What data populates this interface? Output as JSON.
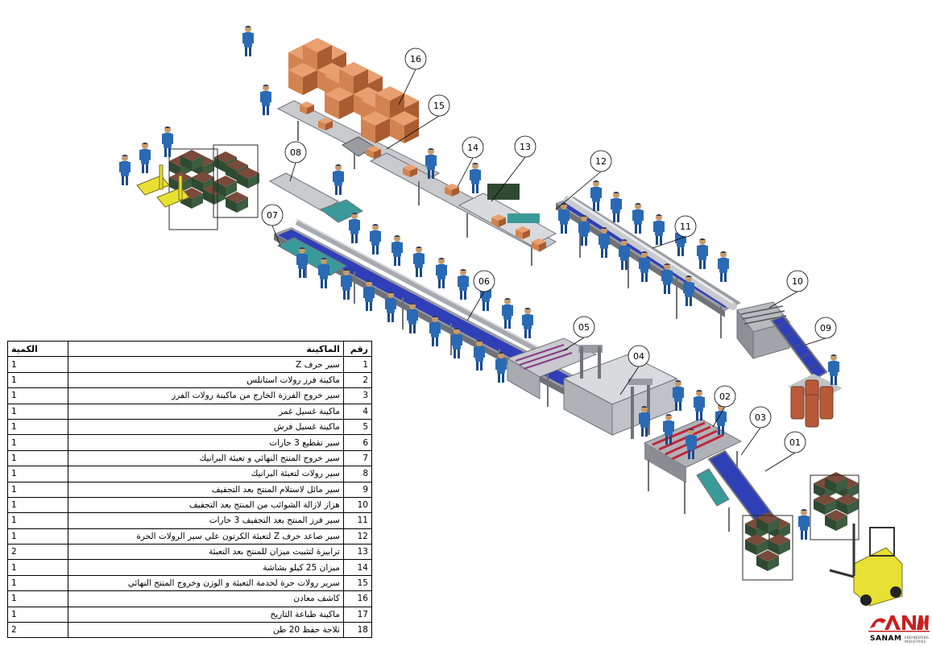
{
  "callouts": [
    "01",
    "02",
    "03",
    "04",
    "05",
    "06",
    "07",
    "08",
    "09",
    "10",
    "11",
    "12",
    "13",
    "14",
    "15",
    "16"
  ],
  "table": {
    "headers": {
      "num": "رقم",
      "machine": "الماكينة",
      "qty": "الكمية"
    },
    "rows": [
      {
        "num": "1",
        "machine": "سير حرف Z",
        "qty": "1"
      },
      {
        "num": "2",
        "machine": "ماكينة فرز رولات استانلس",
        "qty": "1"
      },
      {
        "num": "3",
        "machine": "سير خروج الفرزة الخارج من ماكينة رولات الفرز",
        "qty": "1"
      },
      {
        "num": "4",
        "machine": "ماكينة غسيل غمر",
        "qty": "1"
      },
      {
        "num": "5",
        "machine": "ماكينة غسيل فرش",
        "qty": "1"
      },
      {
        "num": "6",
        "machine": "سير تقطيع 3 حارات",
        "qty": "1"
      },
      {
        "num": "7",
        "machine": "سير خروج المنتج النهائي و تعبئة البرانيك",
        "qty": "1"
      },
      {
        "num": "8",
        "machine": "سير رولات لتعبئة البرانيك",
        "qty": "1"
      },
      {
        "num": "9",
        "machine": "سير مائل لاستلام المنتج بعد التجفيف",
        "qty": "1"
      },
      {
        "num": "10",
        "machine": "هزاز لازالة الشوائب من المنتج بعد التجفيف",
        "qty": "1"
      },
      {
        "num": "11",
        "machine": "سير فرز المنتج بعد التجفيف 3 حارات",
        "qty": "1"
      },
      {
        "num": "12",
        "machine": "سير صاعد حرف Z لتعبئة الكرتون علي سير الرولات الحرة",
        "qty": "1"
      },
      {
        "num": "13",
        "machine": "ترابيزة لتثبيت ميزان للمنتج بعد التعبئة",
        "qty": "2"
      },
      {
        "num": "14",
        "machine": "ميزان 25 كيلو بشاشة",
        "qty": "1"
      },
      {
        "num": "15",
        "machine": "سرير رولات حرة لخدمة التعبئة و الوزن وخروج المنتج النهائي",
        "qty": "1"
      },
      {
        "num": "16",
        "machine": "كاشف معادن",
        "qty": "1"
      },
      {
        "num": "17",
        "machine": "ماكينة طباعة التاريخ",
        "qty": "1"
      },
      {
        "num": "18",
        "machine": "ثلاجة حفظ 20 طن",
        "qty": "2"
      }
    ]
  },
  "logo": {
    "name": "SANAM",
    "sub1": "ENGINEERING",
    "sub2": "INDUSTRIES"
  },
  "colors": {
    "worker": "#2a6ab5",
    "worker_dark": "#1a4a8a",
    "skin": "#c89a6a",
    "belt": "#2f3fb8",
    "frame": "#a8aab0",
    "frame_dark": "#6f7278",
    "carton": "#d2834f",
    "carton_dark": "#a85c30",
    "crate": "#5a7a5a",
    "forklift": "#e8e032",
    "brand_red": "#c8201e",
    "teal": "#3a9a9a"
  }
}
